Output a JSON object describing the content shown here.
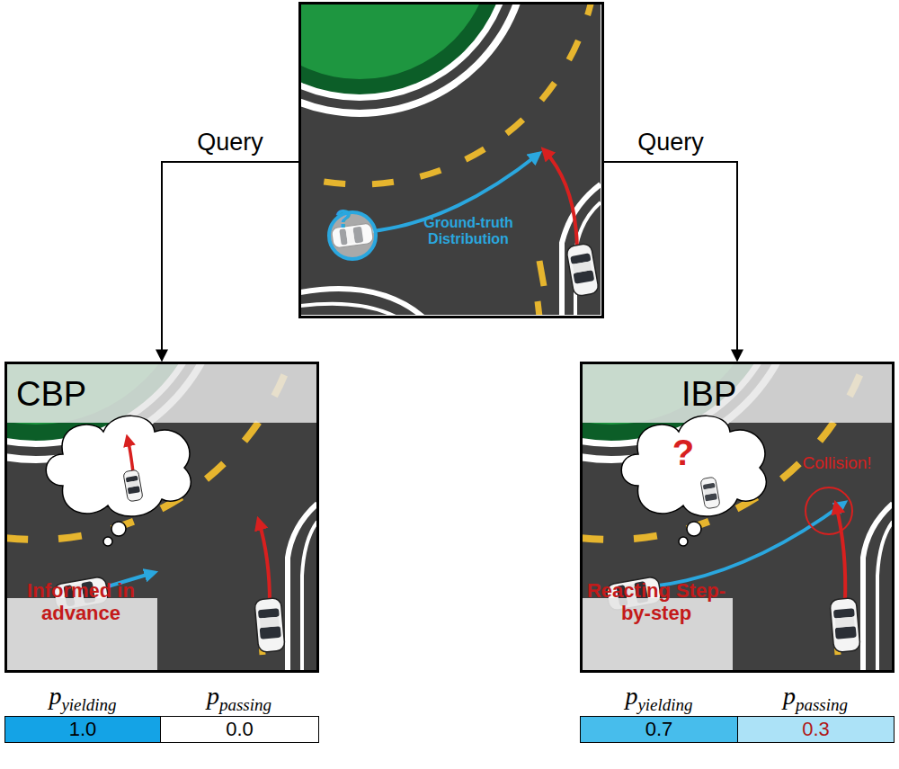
{
  "diagram": {
    "nodes": [
      {
        "text": [
          "?",
          "Ground-truth Distribution"
        ]
      },
      {
        "text": [
          "CBP",
          "Informed in advance"
        ]
      },
      {
        "text": [
          "IBP",
          "?",
          "Collision!",
          "Reacting Step-by-step"
        ]
      },
      {
        "text": [
          "1.0"
        ]
      },
      {
        "text": [
          "0.0"
        ]
      },
      {
        "text": [
          "0.7"
        ]
      },
      {
        "text": [
          "0.3"
        ]
      }
    ],
    "edges": [
      {
        "from": 0,
        "to": 1,
        "label": "Query",
        "arrow": "to"
      },
      {
        "from": 0,
        "to": 2,
        "label": "Query",
        "arrow": "to"
      }
    ],
    "labels": [
      "p",
      "yielding",
      "p",
      "passing",
      "p",
      "yielding",
      "p",
      "passing"
    ]
  }
}
